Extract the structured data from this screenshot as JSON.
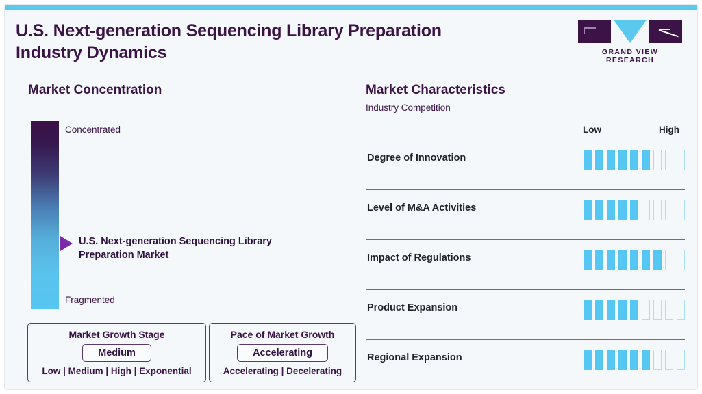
{
  "header": {
    "title": "U.S. Next-generation Sequencing Library Preparation Industry Dynamics",
    "logo_text": "GRAND VIEW RESEARCH",
    "accent_color": "#5bc8ee",
    "brand_color": "#3b1347"
  },
  "market_concentration": {
    "title": "Market Concentration",
    "scale_top_label": "Concentrated",
    "scale_bottom_label": "Fragmented",
    "gradient_top_color": "#3a1146",
    "gradient_bottom_color": "#56c6f2",
    "marker_color": "#7b2ba8",
    "marker_position_percent": 65,
    "marker_label": "U.S. Next-generation Sequencing Library Preparation Market",
    "growth_stage": {
      "title": "Market Growth Stage",
      "value": "Medium",
      "options_text": "Low | Medium | High | Exponential",
      "options": [
        "Low",
        "Medium",
        "High",
        "Exponential"
      ]
    },
    "pace_of_growth": {
      "title": "Pace of Market Growth",
      "value": "Accelerating",
      "options_text": "Accelerating | Decelerating",
      "options": [
        "Accelerating",
        "Decelerating"
      ]
    }
  },
  "market_characteristics": {
    "title": "Market Characteristics",
    "subtitle": "Industry Competition",
    "scale_low_label": "Low",
    "scale_high_label": "High",
    "segments_total": 9,
    "filled_color": "#56c6f2",
    "empty_color": "#a9e0f6",
    "rows": [
      {
        "label": "Degree of Innovation",
        "filled": 6
      },
      {
        "label": "Level of M&A Activities",
        "filled": 5
      },
      {
        "label": "Impact of Regulations",
        "filled": 7
      },
      {
        "label": "Product Expansion",
        "filled": 5
      },
      {
        "label": "Regional Expansion",
        "filled": 6
      }
    ]
  },
  "chart_data": {
    "type": "bar",
    "title": "Market Characteristics",
    "subtitle": "Industry Competition",
    "categories": [
      "Degree of Innovation",
      "Level of M&A Activities",
      "Impact of Regulations",
      "Product Expansion",
      "Regional Expansion"
    ],
    "values": [
      6,
      5,
      7,
      5,
      6
    ],
    "ylim": [
      0,
      9
    ],
    "xlabel": "",
    "ylabel": "",
    "tick_labels": [
      "Low",
      "High"
    ],
    "grid": false,
    "legend": "none",
    "notes": "Each row rendered as 9 discrete segments; filled count encodes the rating."
  }
}
